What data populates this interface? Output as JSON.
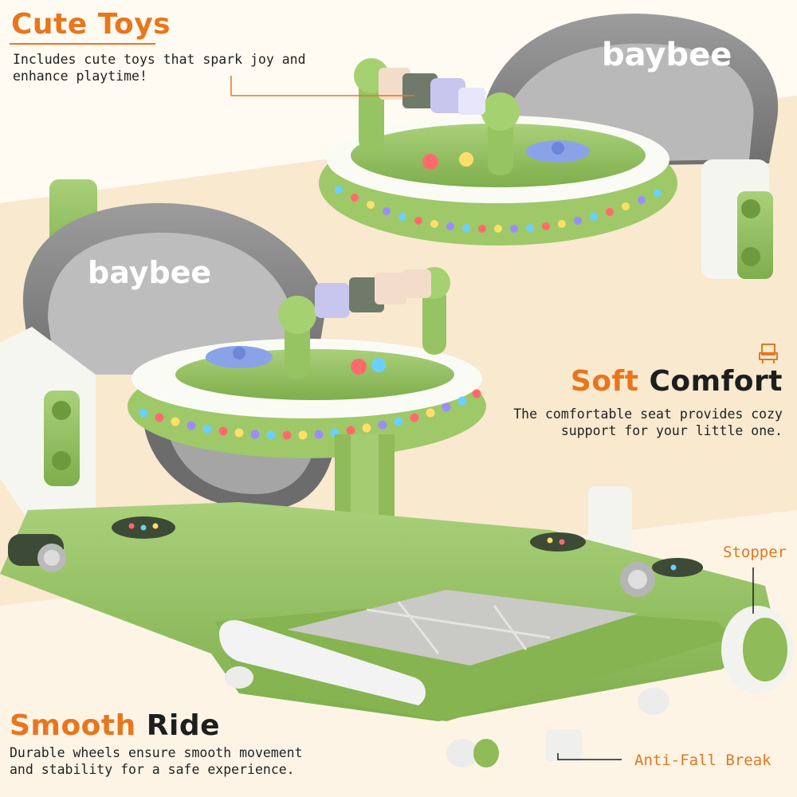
{
  "brand": "baybee",
  "features": {
    "cute_toys": {
      "title": "Cute Toys",
      "desc_line1": "Includes cute toys that spark joy and",
      "desc_line2": "enhance playtime!"
    },
    "soft_comfort": {
      "title_a": "Soft",
      "title_b": "Comfort",
      "desc_line1": "The comfortable seat provides cozy",
      "desc_line2": "support for your little one."
    },
    "smooth_ride": {
      "title_a": "Smooth",
      "title_b": "Ride",
      "desc_line1": "Durable wheels ensure smooth movement",
      "desc_line2": "and stability for a safe experience."
    }
  },
  "callouts": {
    "stopper": "Stopper",
    "anti_fall": "Anti-Fall Break"
  },
  "colors": {
    "accent_orange": "#e8761e",
    "walker_green": "#8fbf5a",
    "seat_grey": "#8e8e8e",
    "background_cream": "#fdf3e4"
  },
  "icons": {
    "comfort": "seat-icon"
  }
}
